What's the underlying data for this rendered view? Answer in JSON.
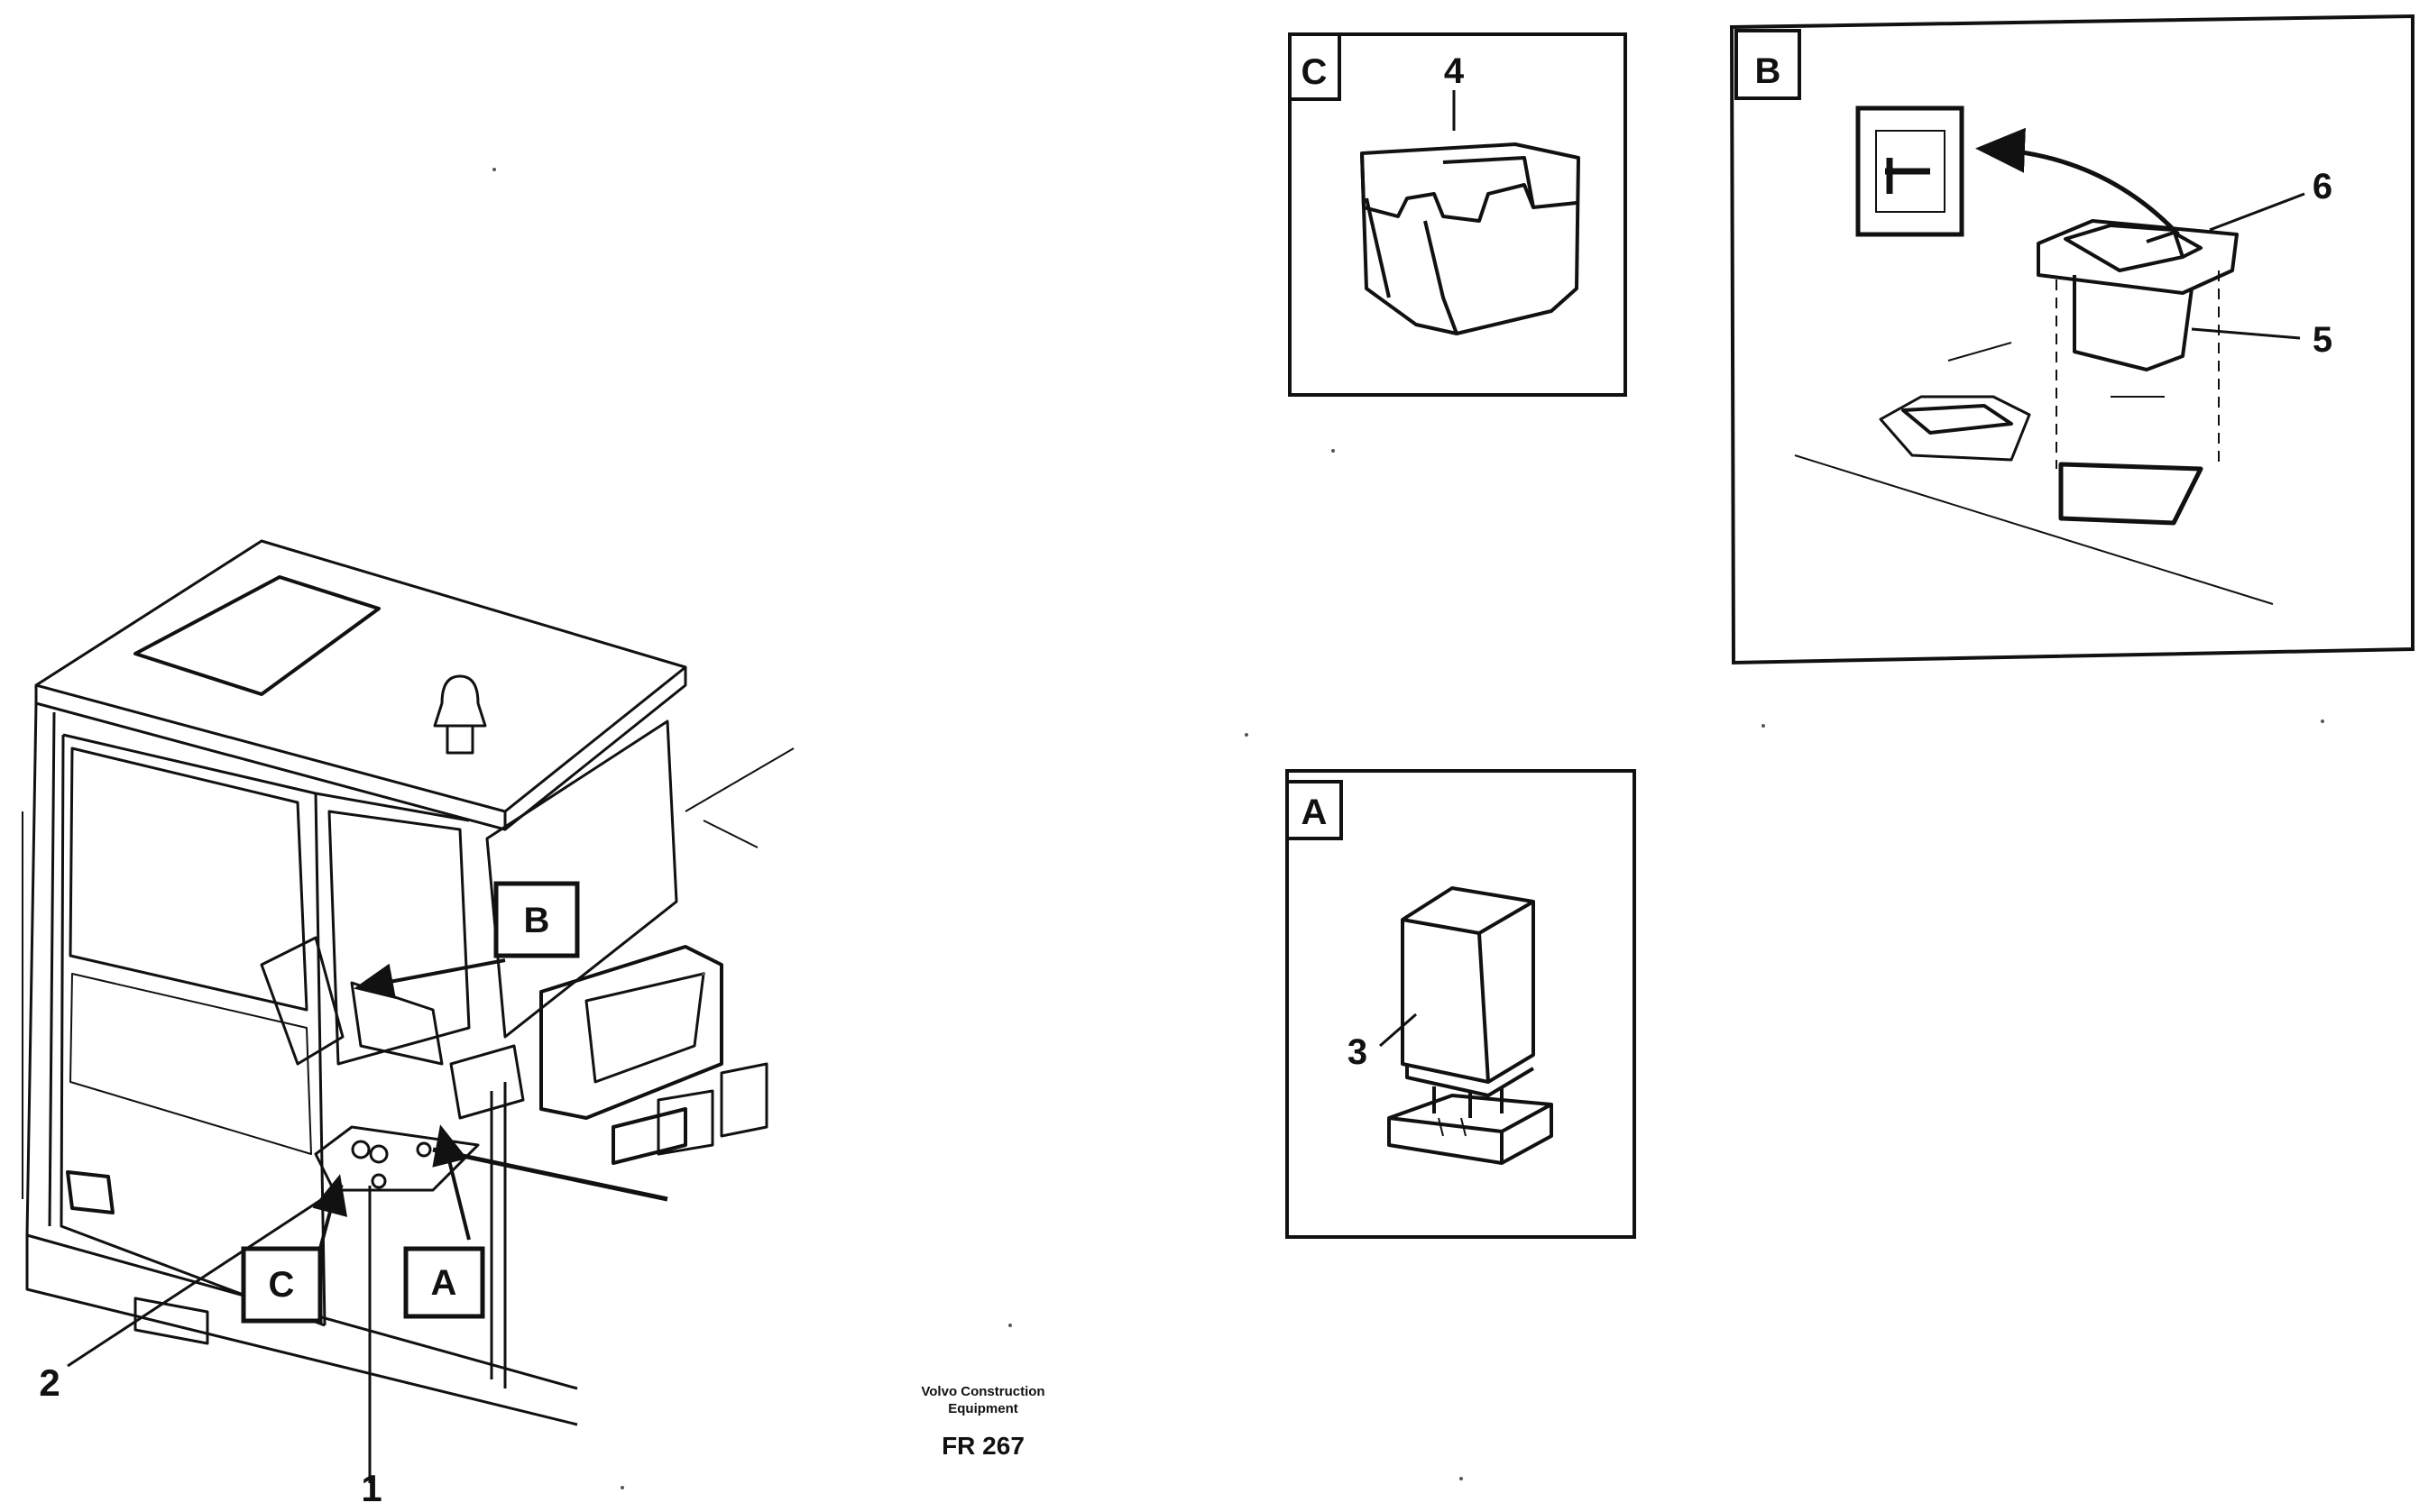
{
  "callouts": {
    "box_a": "A",
    "box_b": "B",
    "box_c": "C"
  },
  "detail_panels": {
    "c": {
      "title": "C",
      "part_number": "4"
    },
    "b": {
      "title": "B",
      "part_numbers": [
        "6",
        "5"
      ]
    },
    "a": {
      "title": "A",
      "part_number": "3"
    }
  },
  "overview_part_numbers": [
    "2",
    "1"
  ],
  "caption": {
    "company_line1": "Volvo Construction",
    "company_line2": "Equipment",
    "code": "FR 267"
  }
}
